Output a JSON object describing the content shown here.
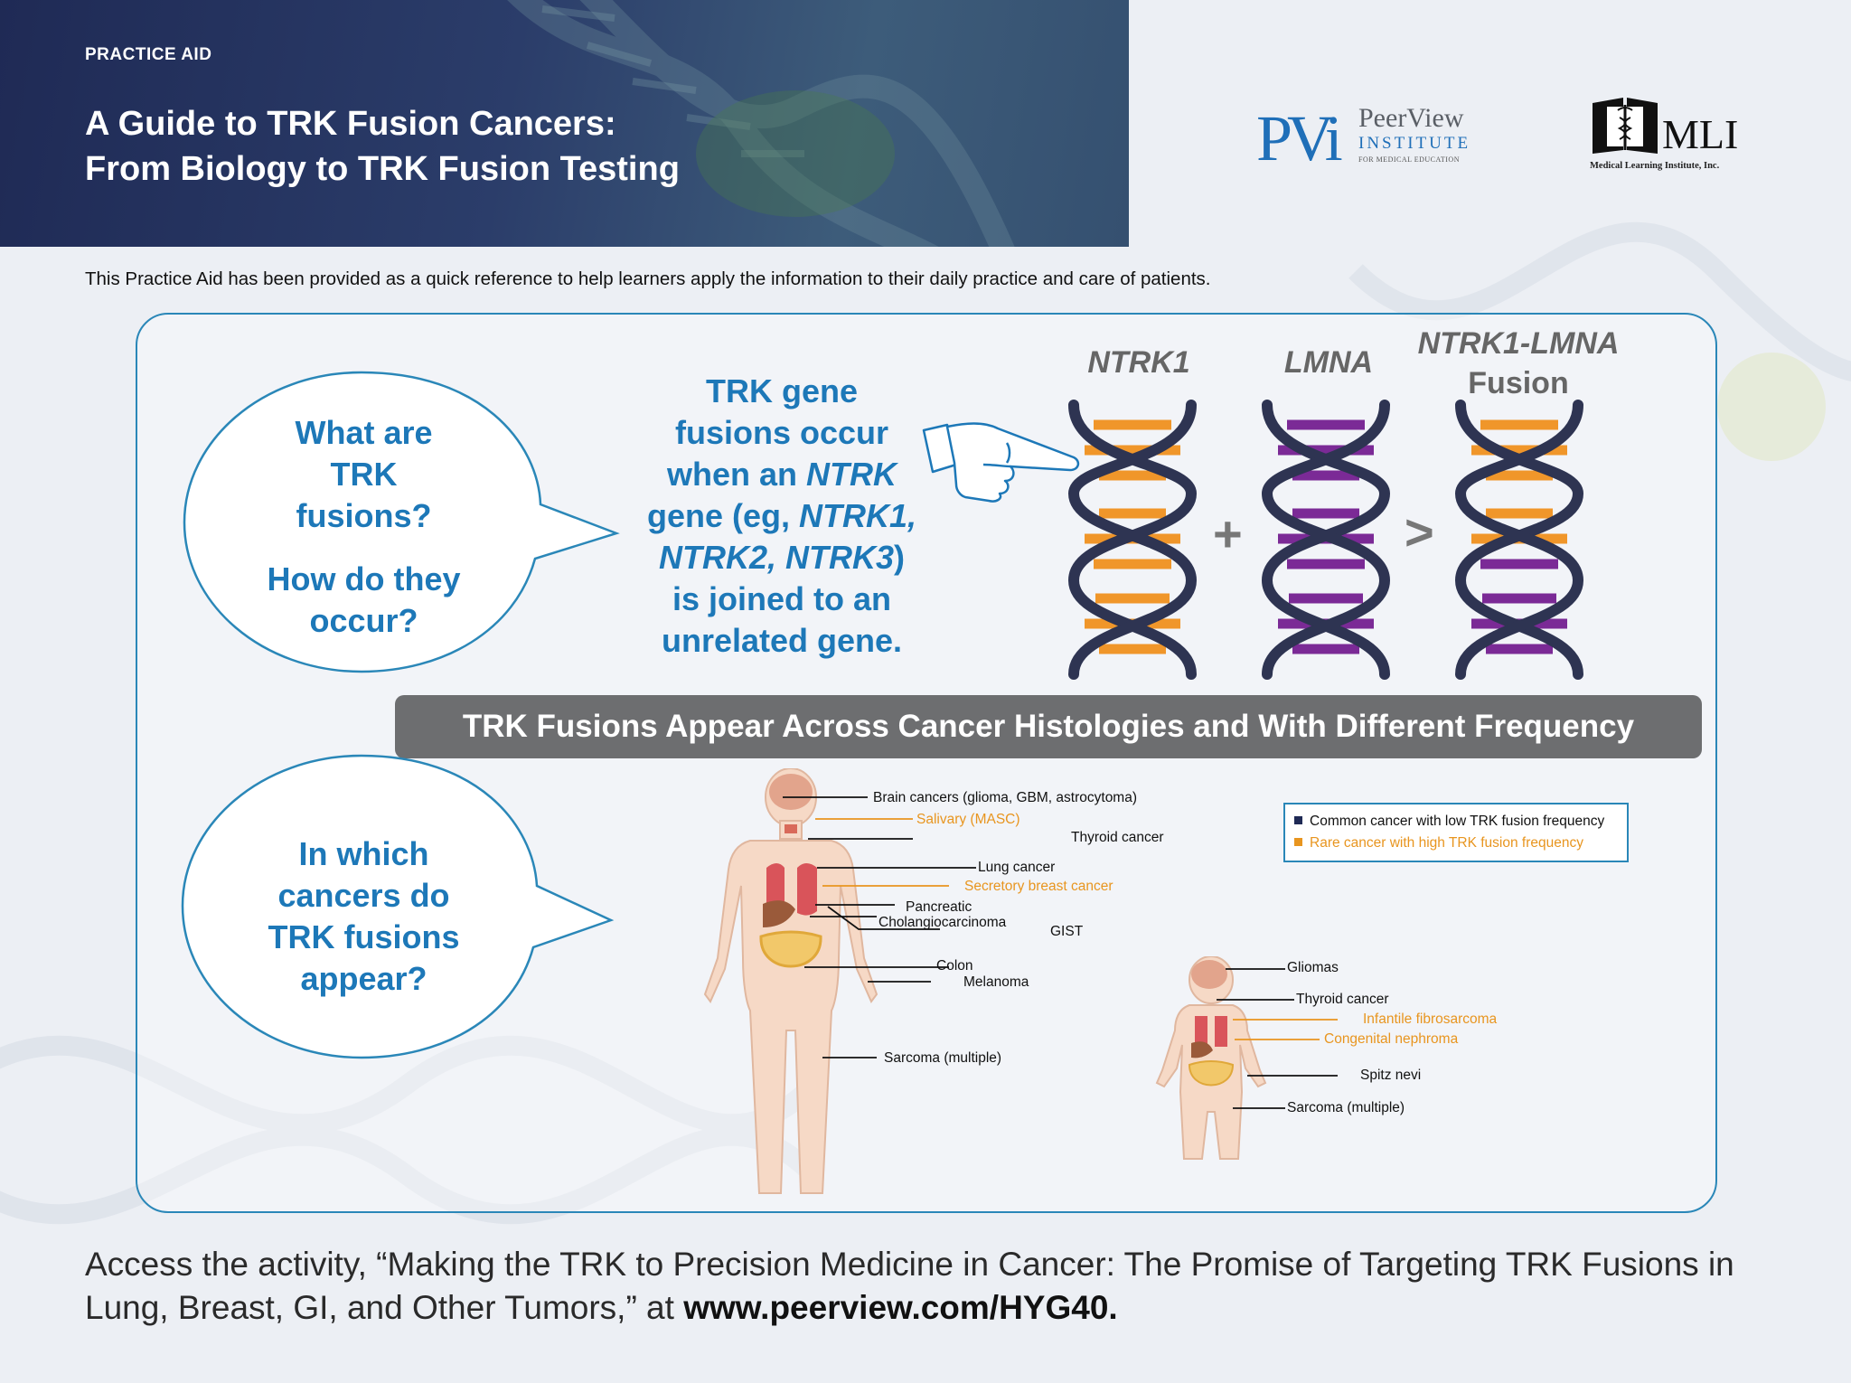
{
  "header": {
    "eyebrow": "PRACTICE AID",
    "title_line1": "A Guide to TRK Fusion Cancers:",
    "title_line2": "From Biology to TRK Fusion Testing"
  },
  "logos": {
    "pvi": {
      "mark": "PVi",
      "name": "PeerView",
      "institute": "INSTITUTE",
      "sub": "FOR MEDICAL EDUCATION"
    },
    "mli": {
      "mark": "MLI",
      "sub": "Medical Learning Institute, Inc."
    }
  },
  "intro": "This Practice Aid has been provided as a quick reference to help learners apply the information to their daily practice and care of patients.",
  "bubble1": {
    "q1": [
      "What are",
      "TRK",
      "fusions?"
    ],
    "q2": [
      "How do they",
      "occur?"
    ]
  },
  "explanation": {
    "l1": "TRK gene",
    "l2": "fusions occur",
    "l3a": "when an ",
    "l3b": "NTRK",
    "l4a": "gene (eg, ",
    "l4b": "NTRK1,",
    "l5a": "NTRK2, NTRK3",
    "l5b": ")",
    "l6": "is joined to an",
    "l7": "unrelated gene."
  },
  "genes": {
    "g1": "NTRK1",
    "g2": "LMNA",
    "g3": "NTRK1-LMNA",
    "g3b": "Fusion",
    "plus": "+",
    "arrow": ">"
  },
  "banner": "TRK Fusions Appear Across Cancer Histologies and With Different Frequency",
  "bubble2": [
    "In which",
    "cancers do",
    "TRK fusions",
    "appear?"
  ],
  "adult_labels": [
    {
      "text": "Brain cancers (glioma, GBM, astrocytoma)",
      "type": "common"
    },
    {
      "text": "Salivary (MASC)",
      "type": "rare"
    },
    {
      "text": "Thyroid cancer",
      "type": "common"
    },
    {
      "text": "Lung cancer",
      "type": "common"
    },
    {
      "text": "Secretory breast cancer",
      "type": "rare"
    },
    {
      "text": "Pancreatic",
      "type": "common"
    },
    {
      "text": "Cholangiocarcinoma",
      "type": "common"
    },
    {
      "text": "GIST",
      "type": "common"
    },
    {
      "text": "Colon",
      "type": "common"
    },
    {
      "text": "Melanoma",
      "type": "common"
    },
    {
      "text": "Sarcoma (multiple)",
      "type": "common"
    }
  ],
  "child_labels": [
    {
      "text": "Gliomas",
      "type": "common"
    },
    {
      "text": "Thyroid cancer",
      "type": "common"
    },
    {
      "text": "Infantile fibrosarcoma",
      "type": "rare"
    },
    {
      "text": "Congenital nephroma",
      "type": "rare"
    },
    {
      "text": "Spitz nevi",
      "type": "common"
    },
    {
      "text": "Sarcoma (multiple)",
      "type": "common"
    }
  ],
  "legend": {
    "common": "Common cancer with low TRK fusion frequency",
    "rare": "Rare cancer with high TRK fusion frequency"
  },
  "footer": {
    "text": "Access the activity, “Making the TRK to Precision Medicine in Cancer: The Promise of Targeting TRK Fusions in Lung, Breast, GI, and Other Tumors,” at ",
    "url": "www.peerview.com/HYG40."
  },
  "colors": {
    "header_bg": "#1f2a55",
    "accent_blue": "#1d78b8",
    "orange": "#e8951f",
    "purple": "#7b2a96",
    "dna_backbone": "#2e3452",
    "banner_bg": "#6d6e70"
  }
}
